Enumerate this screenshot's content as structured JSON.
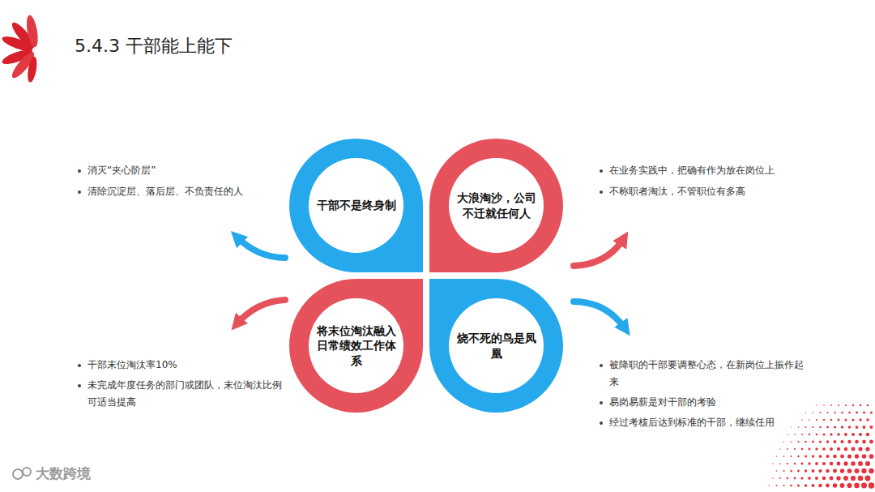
{
  "diagram": {
    "title": "5.4.3 干部能上能下",
    "nodes": [
      {
        "text": [
          "干部不是终身制"
        ]
      },
      {
        "text": [
          "大浪淘沙，公司不迁就任何人"
        ]
      },
      {
        "text": [
          "将末位淘汰融入日常绩效工作体系"
        ]
      },
      {
        "text": [
          "烧不死的鸟是凤凰"
        ]
      }
    ],
    "labels": [
      "消灭“夹心阶层”",
      "清除沉淀层、落后层、不负责任的人",
      "在业务实践中，把确有作为放在岗位上",
      "不称职者淘汰，不管职位有多高",
      "干部末位淘汰率10%",
      "未完成年度任务的部门或团队，末位淘汰比例可适当提高",
      "被降职的干部要调整心态，在新岗位上振作起来",
      "易岗易薪是对干部的考验",
      "经过考核后达到标准的干部，继续任用",
      "大数跨境"
    ]
  }
}
